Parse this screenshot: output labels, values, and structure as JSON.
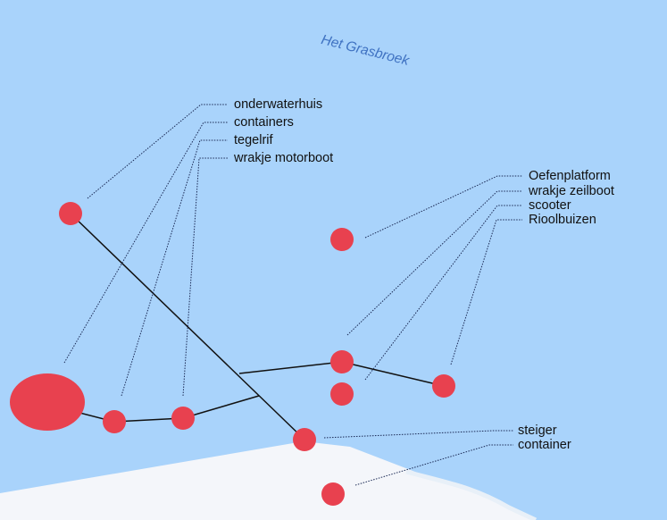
{
  "map": {
    "water_label": "Het Grasbroek",
    "colors": {
      "water": "#a9d3fb",
      "land": "#f4f6fa",
      "marker": "#e8414f",
      "route": "#111111",
      "leader": "#1b2a55"
    },
    "labels": {
      "onderwaterhuis": "onderwaterhuis",
      "containers": "containers",
      "tegelrif": "tegelrif",
      "wrakje_motorboot": "wrakje motorboot",
      "oefenplatform": "Oefenplatform",
      "wrakje_zeilboot": "wrakje zeilboot",
      "scooter": "scooter",
      "rioolbuizen": "Rioolbuizen",
      "steiger": "steiger",
      "container": "container"
    }
  }
}
